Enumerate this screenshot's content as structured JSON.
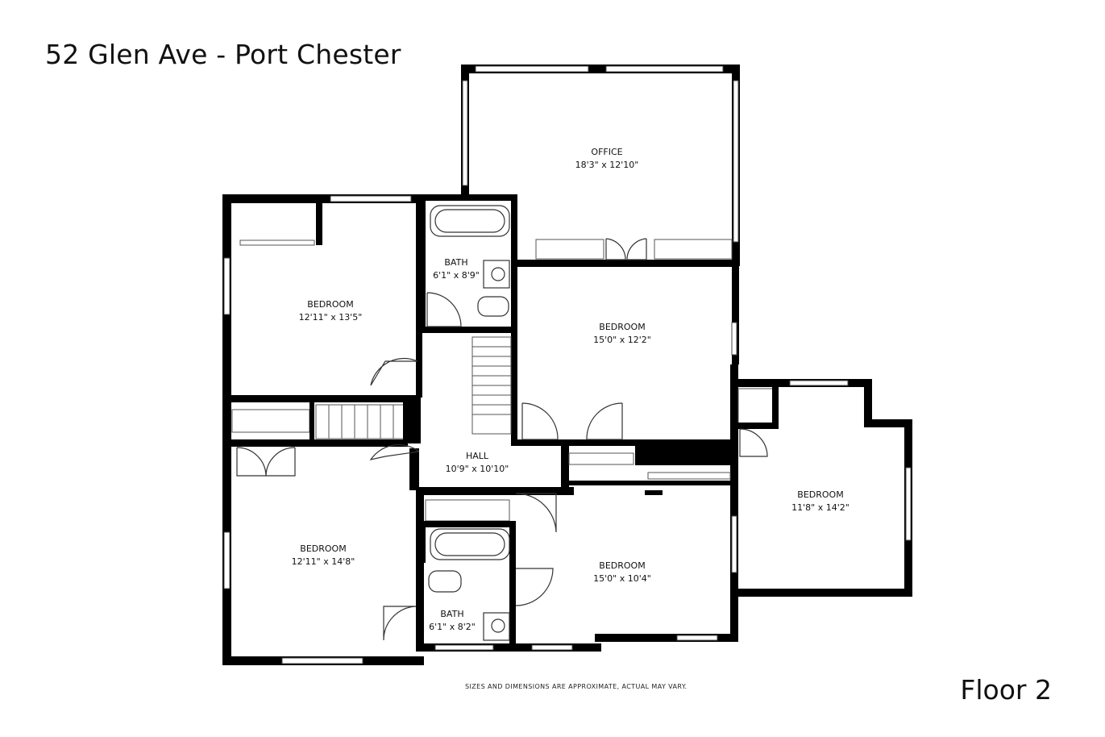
{
  "title": "52 Glen Ave - Port Chester",
  "floor_label": "Floor 2",
  "disclaimer": "SIZES AND DIMENSIONS ARE APPROXIMATE, ACTUAL MAY VARY.",
  "rooms": {
    "office": {
      "name": "OFFICE",
      "dims": "18'3\" x 12'10\""
    },
    "bedroom_nw": {
      "name": "BEDROOM",
      "dims": "12'11\" x 13'5\""
    },
    "bath_upper": {
      "name": "BATH",
      "dims": "6'1\" x 8'9\""
    },
    "bedroom_center": {
      "name": "BEDROOM",
      "dims": "15'0\" x 12'2\""
    },
    "hall": {
      "name": "HALL",
      "dims": "10'9\" x 10'10\""
    },
    "bedroom_sw": {
      "name": "BEDROOM",
      "dims": "12'11\" x 14'8\""
    },
    "bath_lower": {
      "name": "BATH",
      "dims": "6'1\" x 8'2\""
    },
    "bedroom_south": {
      "name": "BEDROOM",
      "dims": "15'0\" x 10'4\""
    },
    "bedroom_east": {
      "name": "BEDROOM",
      "dims": "11'8\" x 14'2\""
    }
  }
}
